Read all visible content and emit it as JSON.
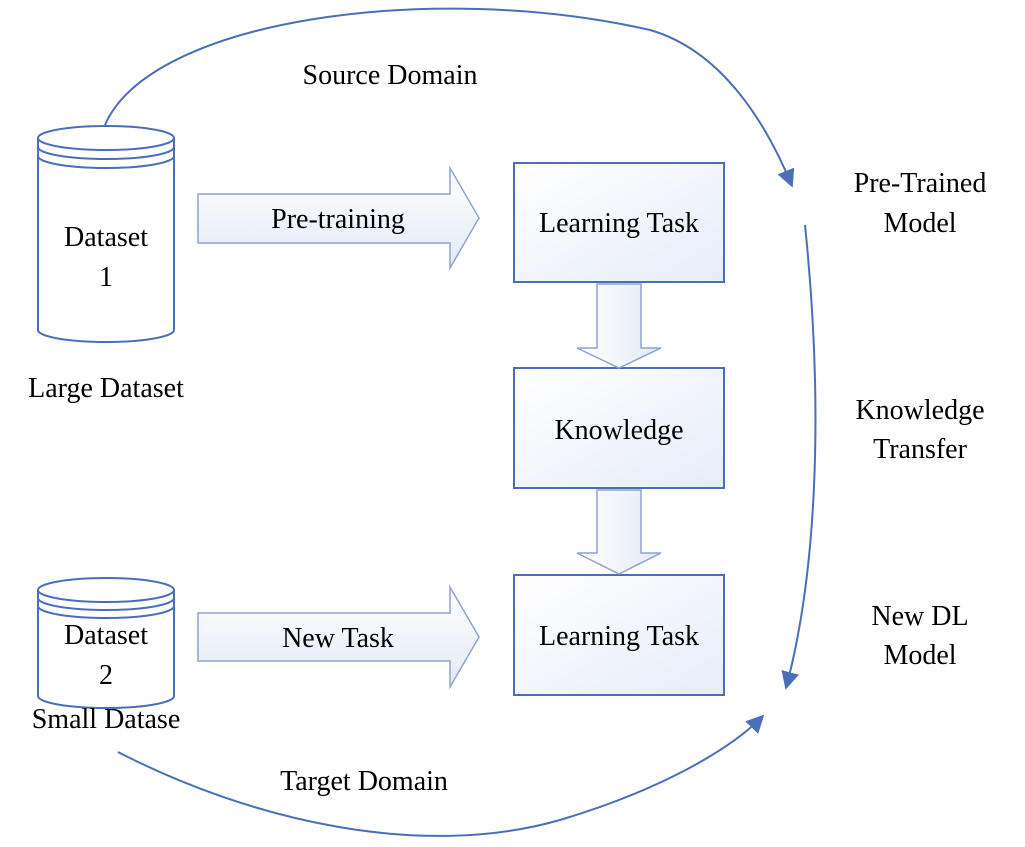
{
  "labels": {
    "source_domain": "Source Domain",
    "target_domain": "Target Domain",
    "large_dataset": "Large Dataset",
    "small_dataset": "Small Datase",
    "pretrained_model": [
      "Pre-Trained",
      "Model"
    ],
    "knowledge_transfer": [
      "Knowledge",
      "Transfer"
    ],
    "new_dl_model": [
      "New DL",
      "Model"
    ]
  },
  "datasets": [
    {
      "line1": "Dataset",
      "line2": "1"
    },
    {
      "line1": "Dataset",
      "line2": "2"
    }
  ],
  "arrows": {
    "pretraining": "Pre-training",
    "new_task": "New Task"
  },
  "boxes": {
    "learning_task_top": "Learning Task",
    "knowledge": "Knowledge",
    "learning_task_bottom": "Learning Task"
  },
  "colors": {
    "curve": "#4a6fb8",
    "block_arrow_stroke": "#8fa3cf",
    "block_arrow_fill": "#eef2fa",
    "box_stroke": "#4a6fb8",
    "box_fill": "#f2f5fb",
    "cylinder_stroke": "#4a6fb8"
  }
}
